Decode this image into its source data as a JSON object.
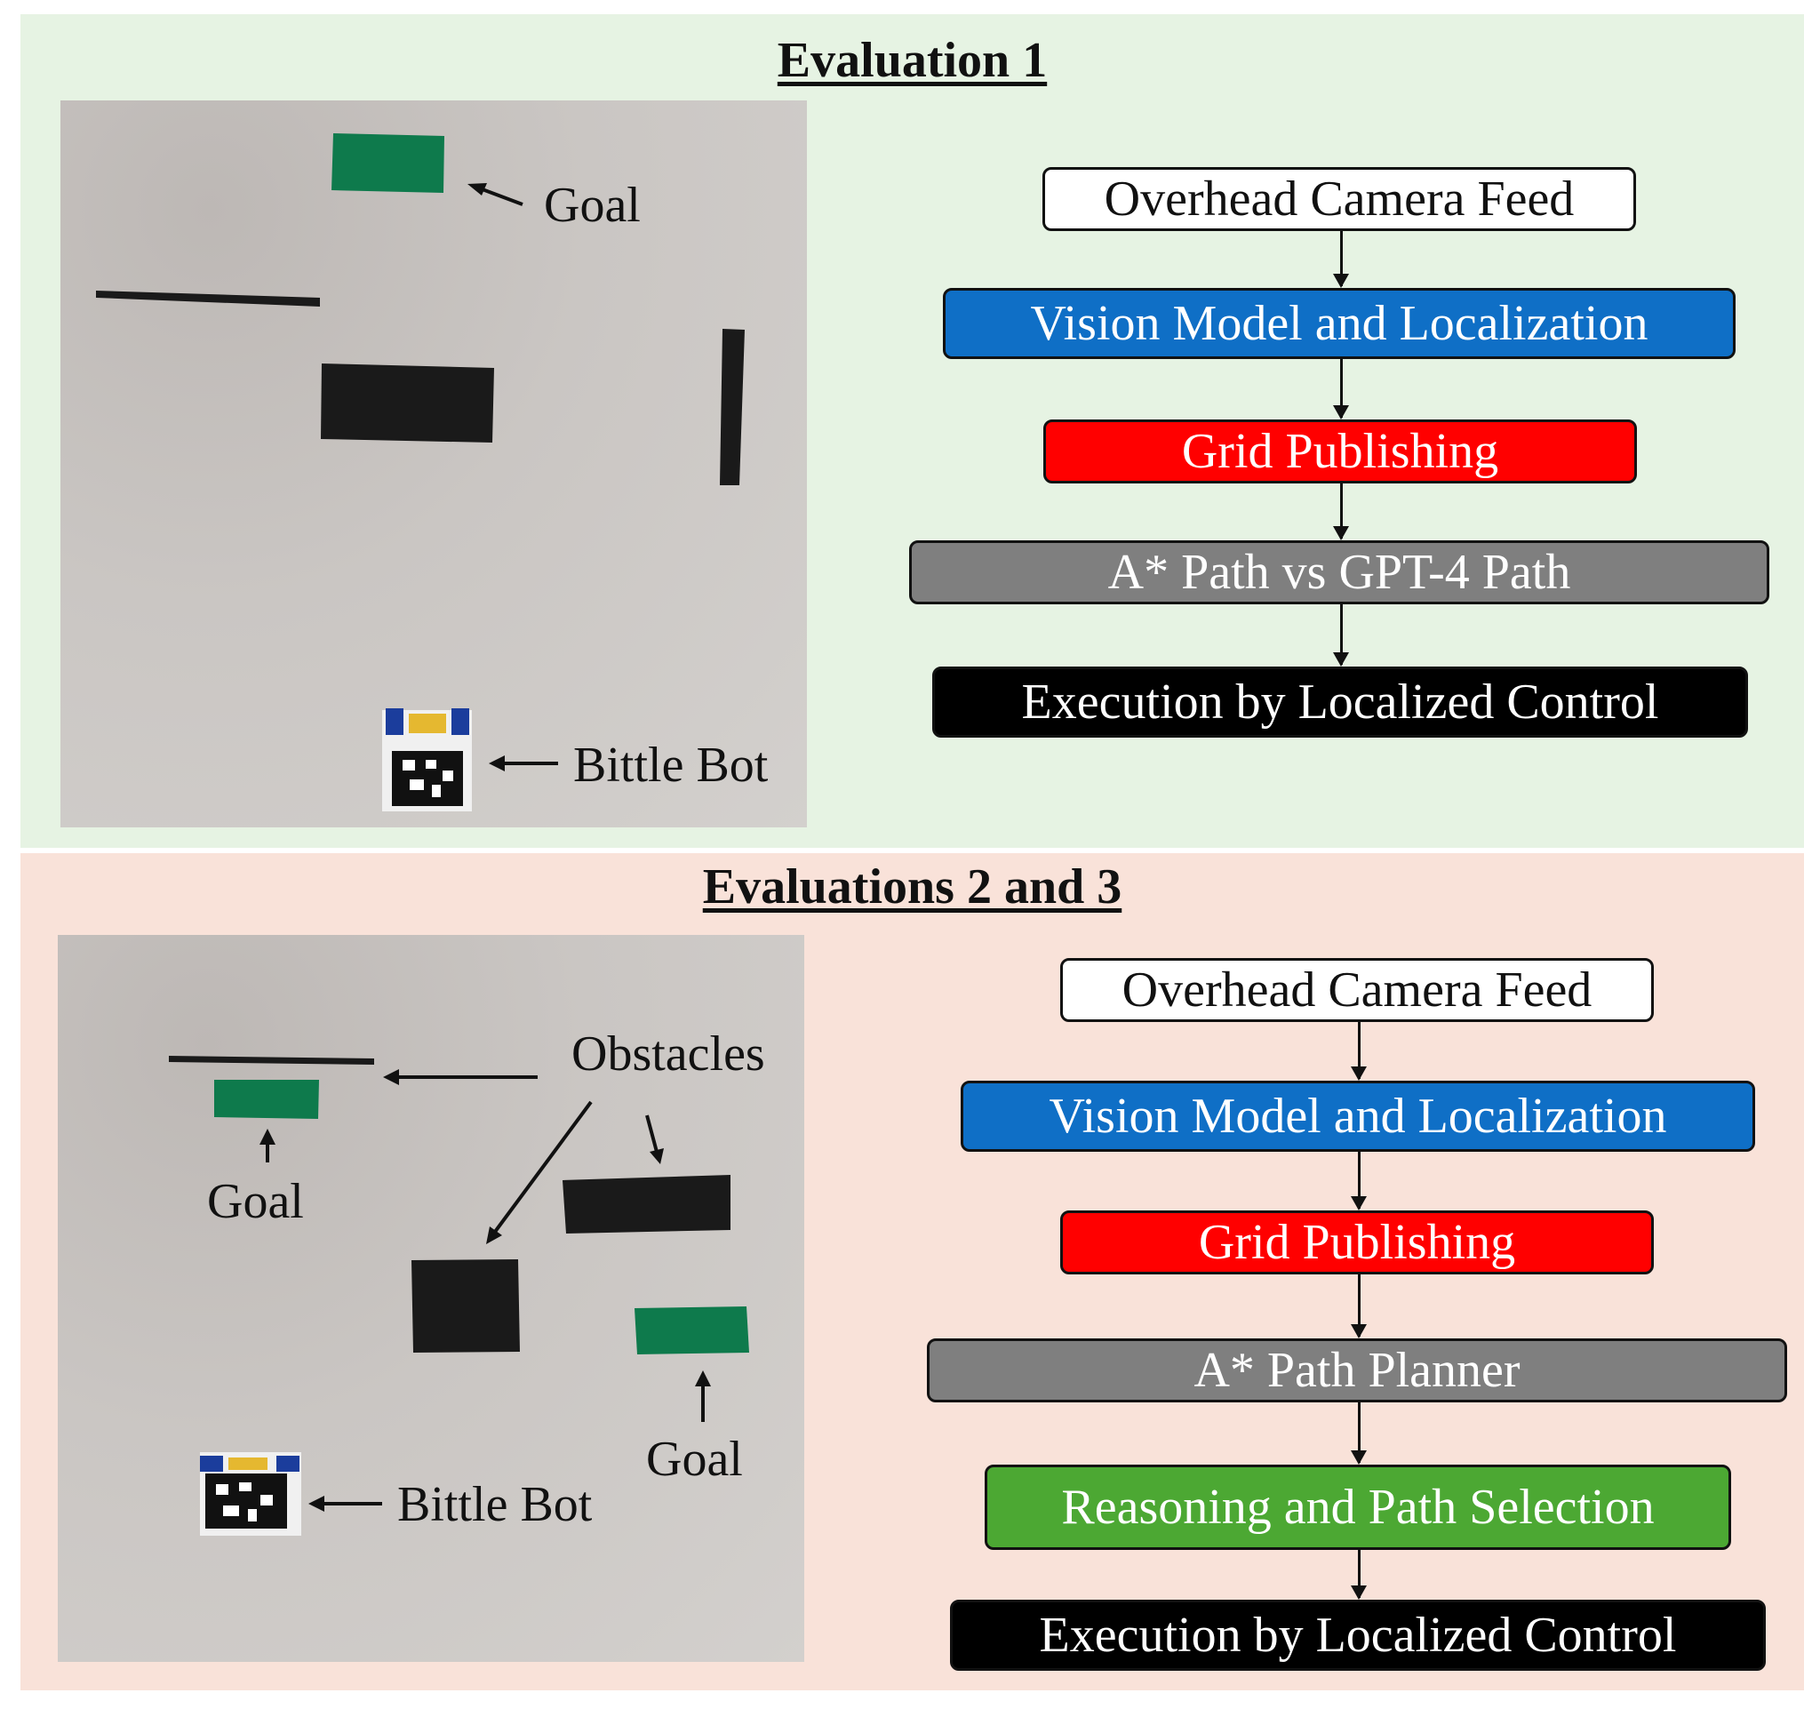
{
  "colors": {
    "panel1_bg": "#e6f3e3",
    "panel2_bg": "#f9e2d9",
    "white_box": "#ffffff",
    "blue_box": "#0f6fc6",
    "red_box": "#ff0000",
    "gray_box": "#7f7f7f",
    "green_box": "#4ca833",
    "black_box": "#000000",
    "goal_patch": "#0e7a4c",
    "obstacle": "#1a1a1a"
  },
  "panel1": {
    "title": "Evaluation 1",
    "photo_labels": {
      "goal": "Goal",
      "bot": "Bittle Bot"
    },
    "flow": [
      {
        "label": "Overhead Camera Feed",
        "style": "white"
      },
      {
        "label": "Vision Model and Localization",
        "style": "blue"
      },
      {
        "label": "Grid Publishing",
        "style": "red"
      },
      {
        "label": "A* Path vs GPT-4 Path",
        "style": "gray"
      },
      {
        "label": "Execution by Localized Control",
        "style": "black"
      }
    ]
  },
  "panel2": {
    "title": "Evaluations 2 and 3",
    "photo_labels": {
      "obstacles": "Obstacles",
      "goal_left": "Goal",
      "goal_right": "Goal",
      "bot": "Bittle Bot"
    },
    "flow": [
      {
        "label": "Overhead Camera Feed",
        "style": "white"
      },
      {
        "label": "Vision Model and Localization",
        "style": "blue"
      },
      {
        "label": "Grid Publishing",
        "style": "red"
      },
      {
        "label": "A* Path Planner",
        "style": "gray"
      },
      {
        "label": "Reasoning and Path Selection",
        "style": "green"
      },
      {
        "label": "Execution by Localized Control",
        "style": "black"
      }
    ]
  }
}
